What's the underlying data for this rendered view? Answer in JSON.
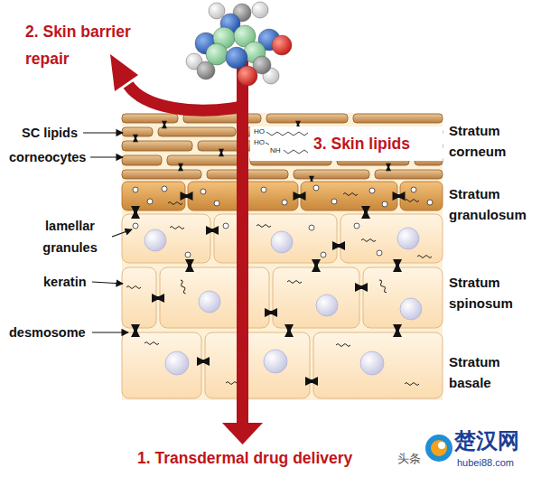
{
  "diagram": {
    "nodes": [
      {
        "text": [
          "3. Skin lipids"
        ]
      }
    ],
    "labels": [
      "2. Skin barrier repair",
      "SC lipids",
      "corneocytes",
      "lamellar granules",
      "keratin",
      "desmosome",
      "Stratum corneum",
      "Stratum granulosum",
      "Stratum spinosum",
      "Stratum basale",
      "HO",
      "HO",
      "NH",
      "1. Transdermal drug delivery",
      "头条",
      "楚汉网",
      "hubei88.com"
    ]
  }
}
